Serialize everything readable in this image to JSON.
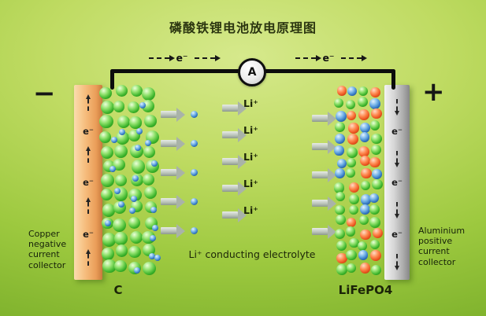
{
  "title": "磷酸铁锂电池放电原理图",
  "circuit": {
    "ammeter_label": "A",
    "electron_left": "e⁻",
    "electron_right": "e⁻"
  },
  "left_electrode": {
    "polarity": "−",
    "collector_caption": "Copper negative current collector",
    "material_label": "C",
    "electron_labels": [
      "e⁻",
      "e⁻",
      "e⁻"
    ]
  },
  "right_electrode": {
    "polarity": "+",
    "collector_caption": "Aluminium positive current collector",
    "material_label": "LiFePO4",
    "electron_labels": [
      "e⁻",
      "e⁻",
      "e⁻"
    ]
  },
  "electrolyte": {
    "ion_labels": [
      "Li⁺",
      "Li⁺",
      "Li⁺",
      "Li⁺",
      "Li⁺"
    ],
    "caption": "Li⁺ conducting electrolyte"
  },
  "colors": {
    "background_light": "#d6e98c",
    "background_dark": "#7cb02b",
    "copper_collector": "#f0a964",
    "aluminium_collector": "#bfbfbf",
    "graphite_sphere": "#3cb42b",
    "iron_phosphate_sphere": "#e8511d",
    "lithium_ion": "#2f72bd",
    "wire": "#0c0c0c"
  }
}
